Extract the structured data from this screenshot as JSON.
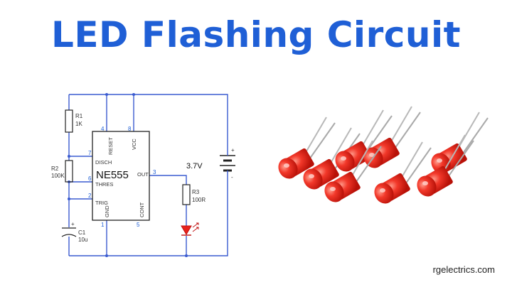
{
  "title": "LED Flashing Circuit",
  "watermark": "rgelectrics.com",
  "schematic": {
    "ic": {
      "name": "NE555",
      "pins": {
        "disch": "DISCH",
        "thres": "THRES",
        "trig": "TRIG",
        "reset": "RESET",
        "vcc": "VCC",
        "out": "OUT",
        "gnd": "GND",
        "cont": "CONT"
      },
      "pin_numbers": {
        "disch": "7",
        "thres": "6",
        "trig": "2",
        "reset": "4",
        "vcc": "8",
        "out": "3",
        "gnd": "1",
        "cont": "5"
      }
    },
    "components": {
      "r1": {
        "name": "R1",
        "value": "1K"
      },
      "r2": {
        "name": "R2",
        "value": "100K"
      },
      "r3": {
        "name": "R3",
        "value": "100R"
      },
      "c1": {
        "name": "C1",
        "value": "10u",
        "polarity": "+"
      }
    },
    "battery": {
      "label": "3.7V",
      "plus": "+",
      "minus": "-"
    }
  },
  "colors": {
    "title": "#1f5fd6",
    "wire": "#3a5bd0",
    "led": "#e8231c"
  }
}
